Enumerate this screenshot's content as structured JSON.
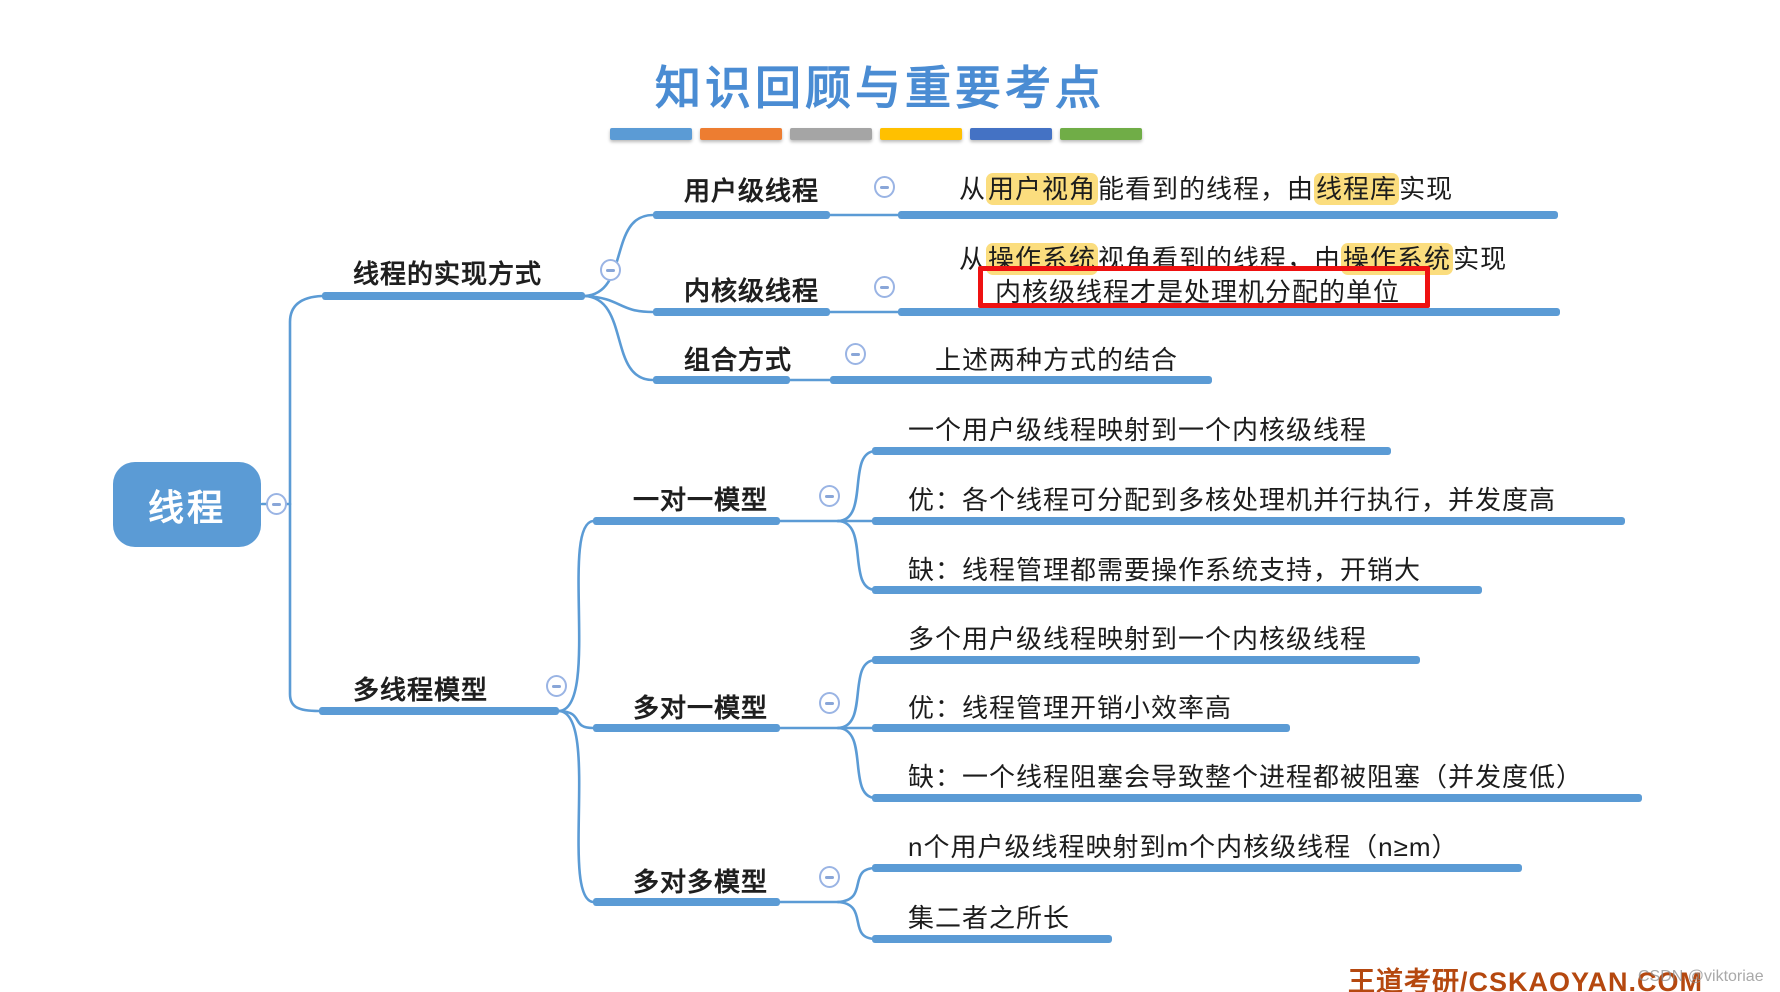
{
  "title": "知识回顾与重要考点",
  "legend_bars": [
    "#5B9BD5",
    "#ED7D31",
    "#A5A5A5",
    "#FFC000",
    "#4472C4",
    "#70AD47"
  ],
  "root": {
    "label": "线程"
  },
  "branches": {
    "impl": {
      "label": "线程的实现方式",
      "children": {
        "user": {
          "label": "用户级线程",
          "desc_segments": [
            {
              "t": "从"
            },
            {
              "t": "用户视角",
              "hl": true
            },
            {
              "t": "能看到的线程，由"
            },
            {
              "t": "线程库",
              "hl": true
            },
            {
              "t": "实现"
            }
          ]
        },
        "kernel": {
          "label": "内核级线程",
          "desc_line1_segments": [
            {
              "t": "从"
            },
            {
              "t": "操作系统",
              "hl": true
            },
            {
              "t": "视角看到的线程，由"
            },
            {
              "t": "操作系统",
              "hl": true
            },
            {
              "t": "实现"
            }
          ],
          "desc_line2": "内核级线程才是处理机分配的单位"
        },
        "combo": {
          "label": "组合方式",
          "desc": "上述两种方式的结合"
        }
      }
    },
    "models": {
      "label": "多线程模型",
      "children": {
        "one_to_one": {
          "label": "一对一模型",
          "points": [
            "一个用户级线程映射到一个内核级线程",
            "优：各个线程可分配到多核处理机并行执行，并发度高",
            "缺：线程管理都需要操作系统支持，开销大"
          ]
        },
        "many_to_one": {
          "label": "多对一模型",
          "points": [
            "多个用户级线程映射到一个内核级线程",
            "优：线程管理开销小效率高",
            "缺：一个线程阻塞会导致整个进程都被阻塞（并发度低）"
          ]
        },
        "many_to_many": {
          "label": "多对多模型",
          "points": [
            "n个用户级线程映射到m个内核级线程（n≥m）",
            "集二者之所长"
          ]
        }
      }
    }
  },
  "watermark": {
    "text": "王道考研/CSKAOYAN.COM",
    "overlay": "CSDN @viktoriae"
  },
  "colors": {
    "line": "#5B9BD5",
    "node_fill": "#5B9BD5",
    "highlight": "#FBDD7E",
    "red_box": "#EE1111",
    "title": "#4A8CD3",
    "watermark": "#B5480F"
  }
}
